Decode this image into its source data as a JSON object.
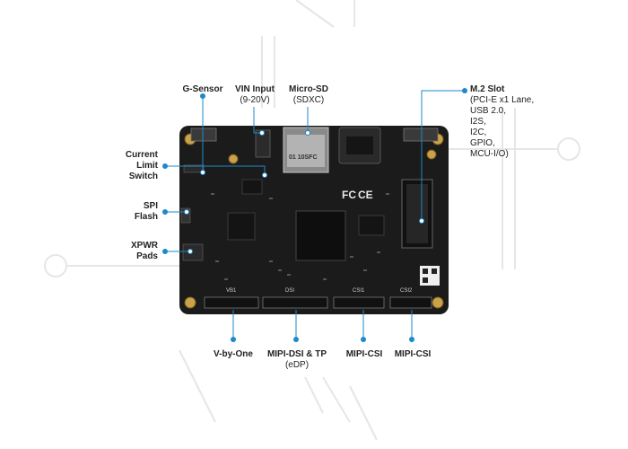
{
  "title": "",
  "callouts": {
    "g_sensor": {
      "title": "G-Sensor"
    },
    "vin": {
      "title": "VIN Input",
      "sub": "(9-20V)"
    },
    "microsd": {
      "title": "Micro-SD",
      "sub": "(SDXC)"
    },
    "m2": {
      "title": "M.2 Slot",
      "lines": [
        "(PCI-E x1 Lane,",
        "USB 2.0,",
        "I2S,",
        "I2C,",
        "GPIO,",
        "MCU-I/O)"
      ]
    },
    "current_limit": {
      "lines": [
        "Current",
        "Limit",
        "Switch"
      ]
    },
    "spi": {
      "lines": [
        "SPI",
        "Flash"
      ]
    },
    "xpwr": {
      "lines": [
        "XPWR",
        "Pads"
      ]
    },
    "vbyone": {
      "title": "V-by-One"
    },
    "mipi_dsi": {
      "title": "MIPI-DSI & TP",
      "sub": "(eDP)"
    },
    "mipi_csi_1": {
      "title": "MIPI-CSI"
    },
    "mipi_csi_2": {
      "title": "MIPI-CSI"
    }
  },
  "board": {
    "silk_labels": [
      "VB1",
      "DSI",
      "CSI1",
      "CSI2"
    ],
    "cert_marks": [
      "FC",
      "CE"
    ],
    "sd_marking": "01 10SFC"
  },
  "colors": {
    "accent": "#1e88c8",
    "pcb": "#1b1b1b",
    "watermark": "#e6e6e6"
  }
}
